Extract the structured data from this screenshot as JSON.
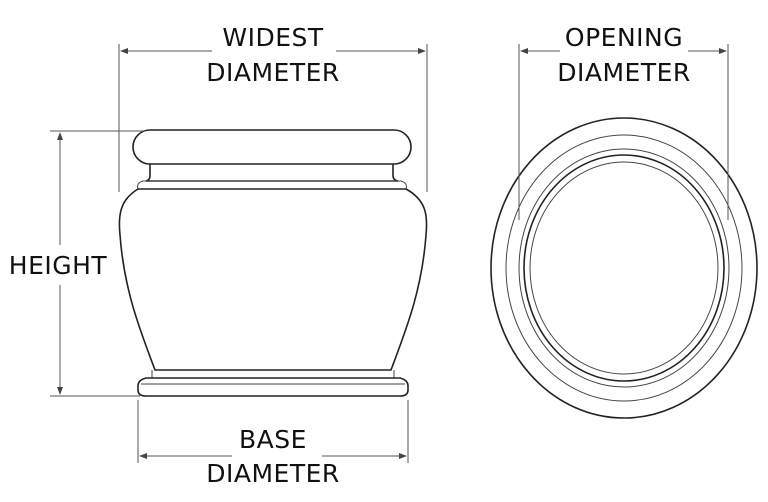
{
  "labels": {
    "widest_line1": "WIDEST",
    "widest_line2": "DIAMETER",
    "opening_line1": "OPENING",
    "opening_line2": "DIAMETER",
    "height": "HEIGHT",
    "base_line1": "BASE",
    "base_line2": "DIAMETER"
  },
  "colors": {
    "line": "#222222",
    "text": "#111111",
    "background": "#ffffff"
  }
}
